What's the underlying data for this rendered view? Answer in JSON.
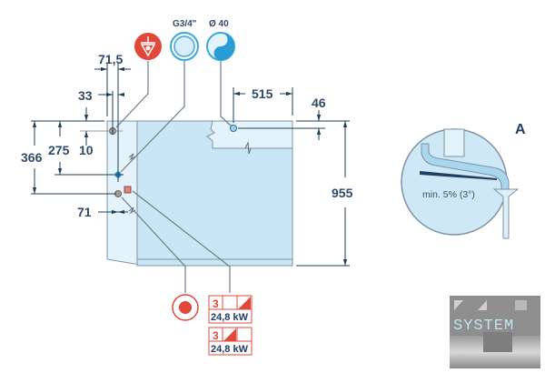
{
  "dimensions": {
    "d71_5": "71,5",
    "d33": "33",
    "d10": "10",
    "d275": "275",
    "d366": "366",
    "d71": "71",
    "d515": "515",
    "d46": "46",
    "d955": "955"
  },
  "connections": {
    "water_inlet_label": "G3/4\"",
    "drain_label": "Ø 40",
    "icons": [
      "equipotential-icon",
      "water-inlet-icon",
      "drain-icon",
      "electrical-connection-icon"
    ]
  },
  "power": [
    {
      "phases": "3",
      "power": "24,8 kW"
    },
    {
      "phases": "3",
      "power": "24,8 kW"
    }
  ],
  "detail": {
    "letter": "A",
    "slope": "min. 5% (3°)"
  },
  "logo": {
    "text": "SYSTEM"
  },
  "colors": {
    "accent_red": "#e0483a",
    "body_blue": "#c9e6f7",
    "dim_blue": "#2f4a66"
  }
}
